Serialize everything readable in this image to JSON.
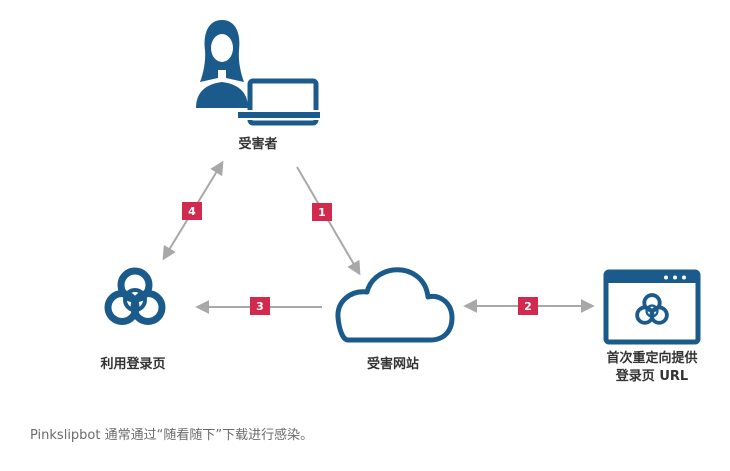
{
  "nodes": {
    "victim": "受害者",
    "site": "受害网站",
    "login_page": "利用登录页",
    "redirect_line1": "首次重定向提供",
    "redirect_line2": "登录页 URL"
  },
  "steps": [
    "1",
    "2",
    "3",
    "4"
  ],
  "caption": "Pinkslipbot 通常通过“随看随下”下载进行感染。",
  "colors": {
    "icon_blue": "#1b5b8c",
    "badge_red": "#d12a4e",
    "arrow_gray": "#a8a8a8",
    "label_text": "#333333",
    "caption_text": "#6b6b6b"
  },
  "icons": {
    "victim": "person-with-laptop-icon",
    "site": "cloud-icon",
    "login_page": "biohazard-icon",
    "redirect": "browser-window-biohazard-icon"
  }
}
